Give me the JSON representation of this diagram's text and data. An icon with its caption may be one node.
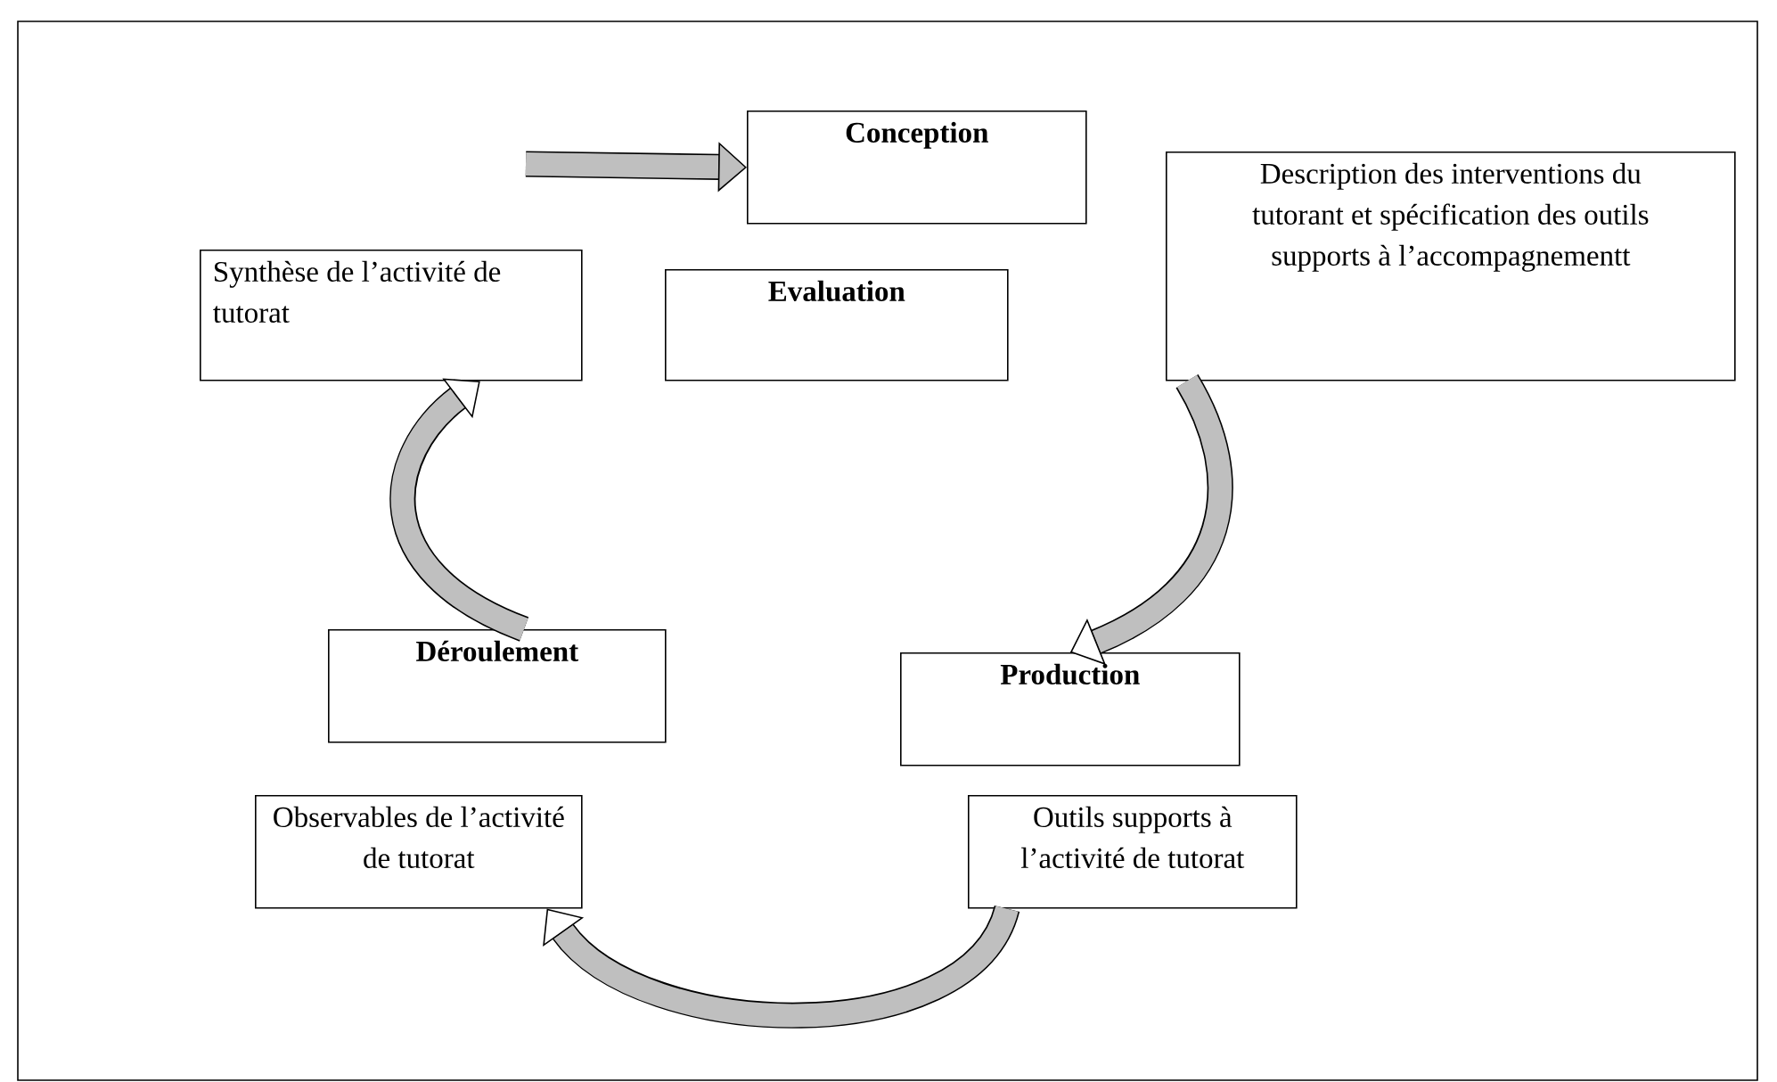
{
  "diagram": {
    "nodes": [
      {
        "text": [
          "Conception"
        ]
      },
      {
        "text": [
          "Description des interventions du tutorant et spécification des outils supports à l’accompagnementt"
        ]
      },
      {
        "text": [
          "Synthèse de l’activité de tutorat"
        ]
      },
      {
        "text": [
          "Evaluation"
        ]
      },
      {
        "text": [
          "Déroulement"
        ]
      },
      {
        "text": [
          "Production"
        ]
      },
      {
        "text": [
          "Observables de l’activité de tutorat"
        ]
      },
      {
        "text": [
          "Outils supports à l’activité de tutorat"
        ]
      }
    ],
    "edges": [
      {
        "from": null,
        "to": 0,
        "arrow": "to"
      },
      {
        "from": 1,
        "to": 5,
        "arrow": "to"
      },
      {
        "from": 7,
        "to": 6,
        "arrow": "to"
      },
      {
        "from": 4,
        "to": 2,
        "arrow": "to"
      }
    ]
  }
}
